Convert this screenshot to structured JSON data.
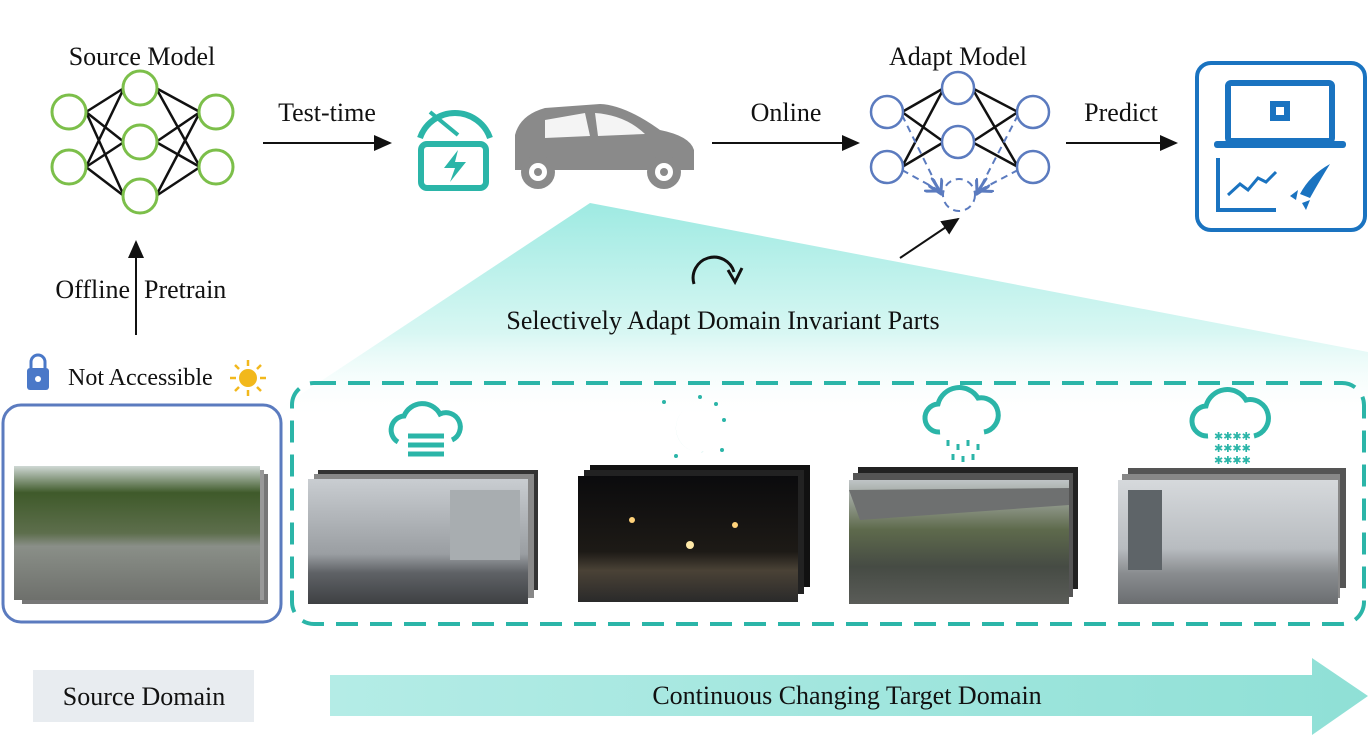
{
  "labels": {
    "source_model": "Source Model",
    "adapt_model": "Adapt Model",
    "test_time": "Test-time",
    "online": "Online",
    "predict": "Predict",
    "offline": "Offline",
    "pretrain": "Pretrain",
    "selectively_adapt": "Selectively Adapt Domain Invariant Parts",
    "not_accessible": "Not Accessible",
    "source_domain": "Source Domain",
    "target_domain": "Continuous Changing Target Domain"
  },
  "target_domains": [
    {
      "icon": "fog-cloud-icon"
    },
    {
      "icon": "night-moon-icon"
    },
    {
      "icon": "rain-cloud-icon"
    },
    {
      "icon": "snow-cloud-icon"
    }
  ],
  "colors": {
    "source_green": "#7cbf4a",
    "adapt_blue": "#5b7bbf",
    "teal": "#2bb5a8",
    "predict_blue": "#1a73c0",
    "car_gray": "#8a8a8a"
  }
}
